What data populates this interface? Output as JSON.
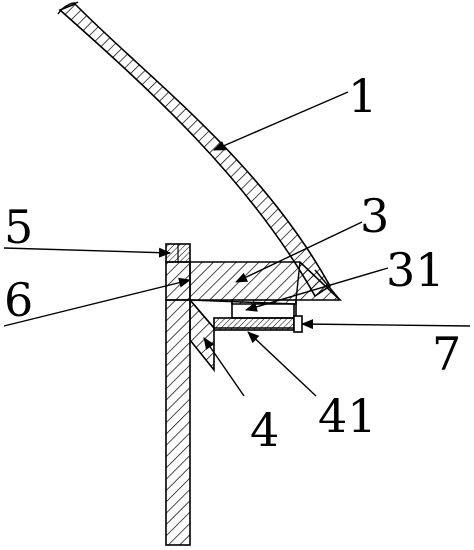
{
  "labels": {
    "l1": "1",
    "l3": "3",
    "l31": "31",
    "l4": "4",
    "l41": "41",
    "l5": "5",
    "l6": "6",
    "l7": "7"
  },
  "colors": {
    "line": "#000000",
    "background": "#ffffff"
  }
}
